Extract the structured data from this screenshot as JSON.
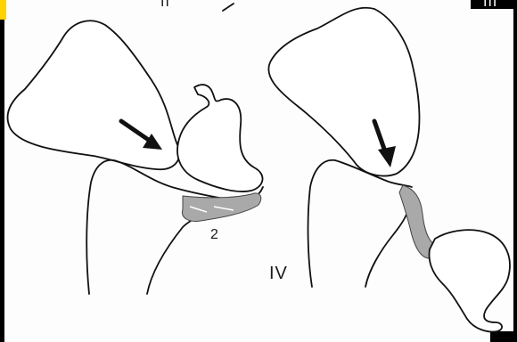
{
  "figure": {
    "labels": {
      "panel_ii": "II",
      "panel_iii": "III",
      "panel_iv": "IV",
      "structure_2": "2"
    },
    "colors": {
      "line": "#111111",
      "tissue_fill": "#a9a9a9",
      "background": "#fdfdfd",
      "corner_mark": "#ffd200"
    },
    "icons": [
      "arrow-icon",
      "arrow-icon"
    ]
  }
}
